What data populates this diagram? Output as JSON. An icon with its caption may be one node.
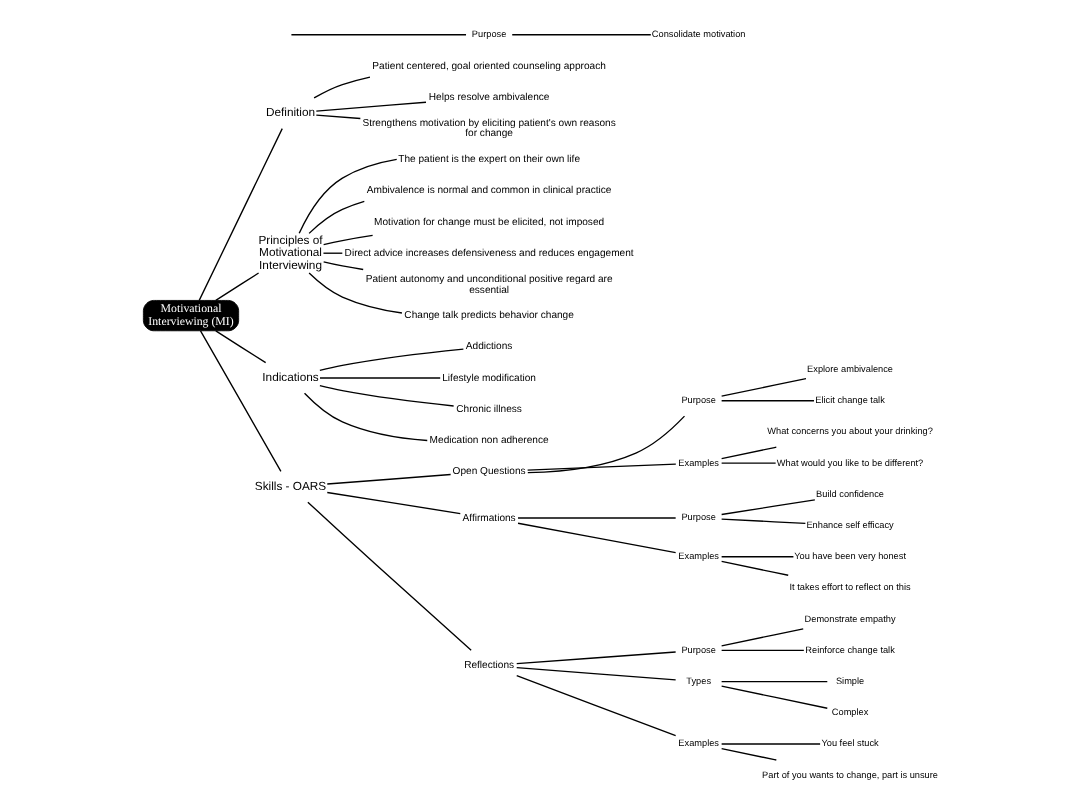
{
  "diagram": {
    "nodes": [
      {
        "text": [
          "Motivational Interviewing (MI)"
        ]
      },
      {
        "text": [
          "Definition"
        ]
      },
      {
        "text": [
          "Patient centered, goal oriented counseling approach"
        ]
      },
      {
        "text": [
          "Helps resolve ambivalence"
        ]
      },
      {
        "text": [
          "Strengthens motivation by eliciting patient's own reasons for change"
        ]
      },
      {
        "text": [
          "Principles of Motivational Interviewing"
        ]
      },
      {
        "text": [
          "The patient is the expert on their own life"
        ]
      },
      {
        "text": [
          "Ambivalence is normal and common in clinical practice"
        ]
      },
      {
        "text": [
          "Motivation for change must be elicited, not imposed"
        ]
      },
      {
        "text": [
          "Direct advice increases defensiveness and reduces engagement"
        ]
      },
      {
        "text": [
          "Patient autonomy and unconditional positive regard are essential"
        ]
      },
      {
        "text": [
          "Change talk predicts behavior change"
        ]
      },
      {
        "text": [
          "Indications"
        ]
      },
      {
        "text": [
          "Addictions"
        ]
      },
      {
        "text": [
          "Lifestyle modification"
        ]
      },
      {
        "text": [
          "Chronic illness"
        ]
      },
      {
        "text": [
          "Medication non adherence"
        ]
      },
      {
        "text": [
          "Skills - OARS"
        ]
      },
      {
        "text": [
          "Open Questions"
        ]
      },
      {
        "text": [
          "Purpose"
        ]
      },
      {
        "text": [
          "Explore ambivalence"
        ]
      },
      {
        "text": [
          "Elicit change talk"
        ]
      },
      {
        "text": [
          "Examples"
        ]
      },
      {
        "text": [
          "What concerns you about your drinking?"
        ]
      },
      {
        "text": [
          "What would you like to be different?"
        ]
      },
      {
        "text": [
          "Affirmations"
        ]
      },
      {
        "text": [
          "Purpose"
        ]
      },
      {
        "text": [
          "Build confidence"
        ]
      },
      {
        "text": [
          "Enhance self efficacy"
        ]
      },
      {
        "text": [
          "Examples"
        ]
      },
      {
        "text": [
          "You have been very honest"
        ]
      },
      {
        "text": [
          "It takes effort to reflect on this"
        ]
      },
      {
        "text": [
          "Reflections"
        ]
      },
      {
        "text": [
          "Purpose"
        ]
      },
      {
        "text": [
          "Demonstrate empathy"
        ]
      },
      {
        "text": [
          "Reinforce change talk"
        ]
      },
      {
        "text": [
          "Types"
        ]
      },
      {
        "text": [
          "Simple"
        ]
      },
      {
        "text": [
          "Complex"
        ]
      },
      {
        "text": [
          "Examples"
        ]
      },
      {
        "text": [
          "You feel stuck"
        ]
      },
      {
        "text": [
          "Part of you wants to change, part is unsure"
        ]
      },
      {
        "text": [
          "Purpose"
        ]
      },
      {
        "text": [
          "Consolidate motivation"
        ]
      }
    ],
    "edges": [
      {
        "from": 0,
        "to": 1,
        "arrow": "none"
      },
      {
        "from": 1,
        "to": 2,
        "arrow": "none"
      },
      {
        "from": 1,
        "to": 3,
        "arrow": "none"
      },
      {
        "from": 1,
        "to": 4,
        "arrow": "none"
      },
      {
        "from": 0,
        "to": 5,
        "arrow": "none"
      },
      {
        "from": 5,
        "to": 6,
        "arrow": "none"
      },
      {
        "from": 5,
        "to": 7,
        "arrow": "none"
      },
      {
        "from": 5,
        "to": 8,
        "arrow": "none"
      },
      {
        "from": 5,
        "to": 9,
        "arrow": "none"
      },
      {
        "from": 5,
        "to": 10,
        "arrow": "none"
      },
      {
        "from": 5,
        "to": 11,
        "arrow": "none"
      },
      {
        "from": 0,
        "to": 12,
        "arrow": "none"
      },
      {
        "from": 12,
        "to": 13,
        "arrow": "none"
      },
      {
        "from": 12,
        "to": 14,
        "arrow": "none"
      },
      {
        "from": 12,
        "to": 15,
        "arrow": "none"
      },
      {
        "from": 12,
        "to": 16,
        "arrow": "none"
      },
      {
        "from": 0,
        "to": 17,
        "arrow": "none"
      },
      {
        "from": 17,
        "to": 18,
        "arrow": "none"
      },
      {
        "from": 18,
        "to": 19,
        "arrow": "none"
      },
      {
        "from": 19,
        "to": 20,
        "arrow": "none"
      },
      {
        "from": 19,
        "to": 21,
        "arrow": "none"
      },
      {
        "from": 18,
        "to": 22,
        "arrow": "none"
      },
      {
        "from": 22,
        "to": 23,
        "arrow": "none"
      },
      {
        "from": 22,
        "to": 24,
        "arrow": "none"
      },
      {
        "from": 17,
        "to": 25,
        "arrow": "none"
      },
      {
        "from": 25,
        "to": 26,
        "arrow": "none"
      },
      {
        "from": 26,
        "to": 27,
        "arrow": "none"
      },
      {
        "from": 26,
        "to": 28,
        "arrow": "none"
      },
      {
        "from": 25,
        "to": 29,
        "arrow": "none"
      },
      {
        "from": 29,
        "to": 30,
        "arrow": "none"
      },
      {
        "from": 29,
        "to": 31,
        "arrow": "none"
      },
      {
        "from": 17,
        "to": 32,
        "arrow": "none"
      },
      {
        "from": 32,
        "to": 33,
        "arrow": "none"
      },
      {
        "from": 33,
        "to": 34,
        "arrow": "none"
      },
      {
        "from": 33,
        "to": 35,
        "arrow": "none"
      },
      {
        "from": 32,
        "to": 36,
        "arrow": "none"
      },
      {
        "from": 36,
        "to": 37,
        "arrow": "none"
      },
      {
        "from": 36,
        "to": 38,
        "arrow": "none"
      },
      {
        "from": 32,
        "to": 39,
        "arrow": "none"
      },
      {
        "from": 39,
        "to": 40,
        "arrow": "none"
      },
      {
        "from": 39,
        "to": 41,
        "arrow": "none"
      },
      {
        "from": null,
        "to": 42,
        "arrow": "none"
      },
      {
        "from": 42,
        "to": 43,
        "arrow": "none"
      }
    ]
  }
}
